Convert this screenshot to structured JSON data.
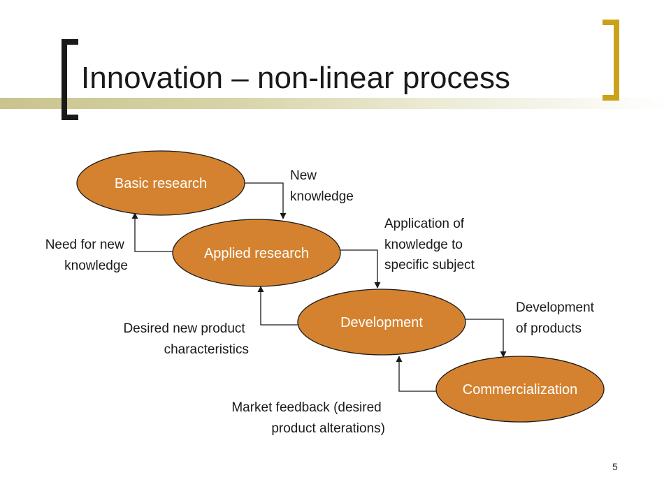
{
  "slide": {
    "title": "Innovation – non-linear process",
    "page_number": "5"
  },
  "colors": {
    "node_fill": "#d4822f",
    "node_stroke": "#1a1a1a",
    "connector": "#1a1a1a",
    "bracket_left": "#1a1a1a",
    "bracket_right": "#c9a21a"
  },
  "nodes": {
    "basic": "Basic research",
    "applied": "Applied research",
    "development": "Development",
    "commercialization": "Commercialization"
  },
  "annotations": {
    "new_knowledge": [
      "New",
      "knowledge"
    ],
    "need_for_knowledge": [
      "Need for new",
      "knowledge"
    ],
    "application_of_knowledge": [
      "Application of",
      "knowledge to",
      "specific subject"
    ],
    "desired_characteristics": [
      "Desired new product",
      "characteristics"
    ],
    "development_of_products": [
      "Development",
      "of products"
    ],
    "market_feedback": [
      "Market feedback (desired",
      "product alterations)"
    ]
  }
}
